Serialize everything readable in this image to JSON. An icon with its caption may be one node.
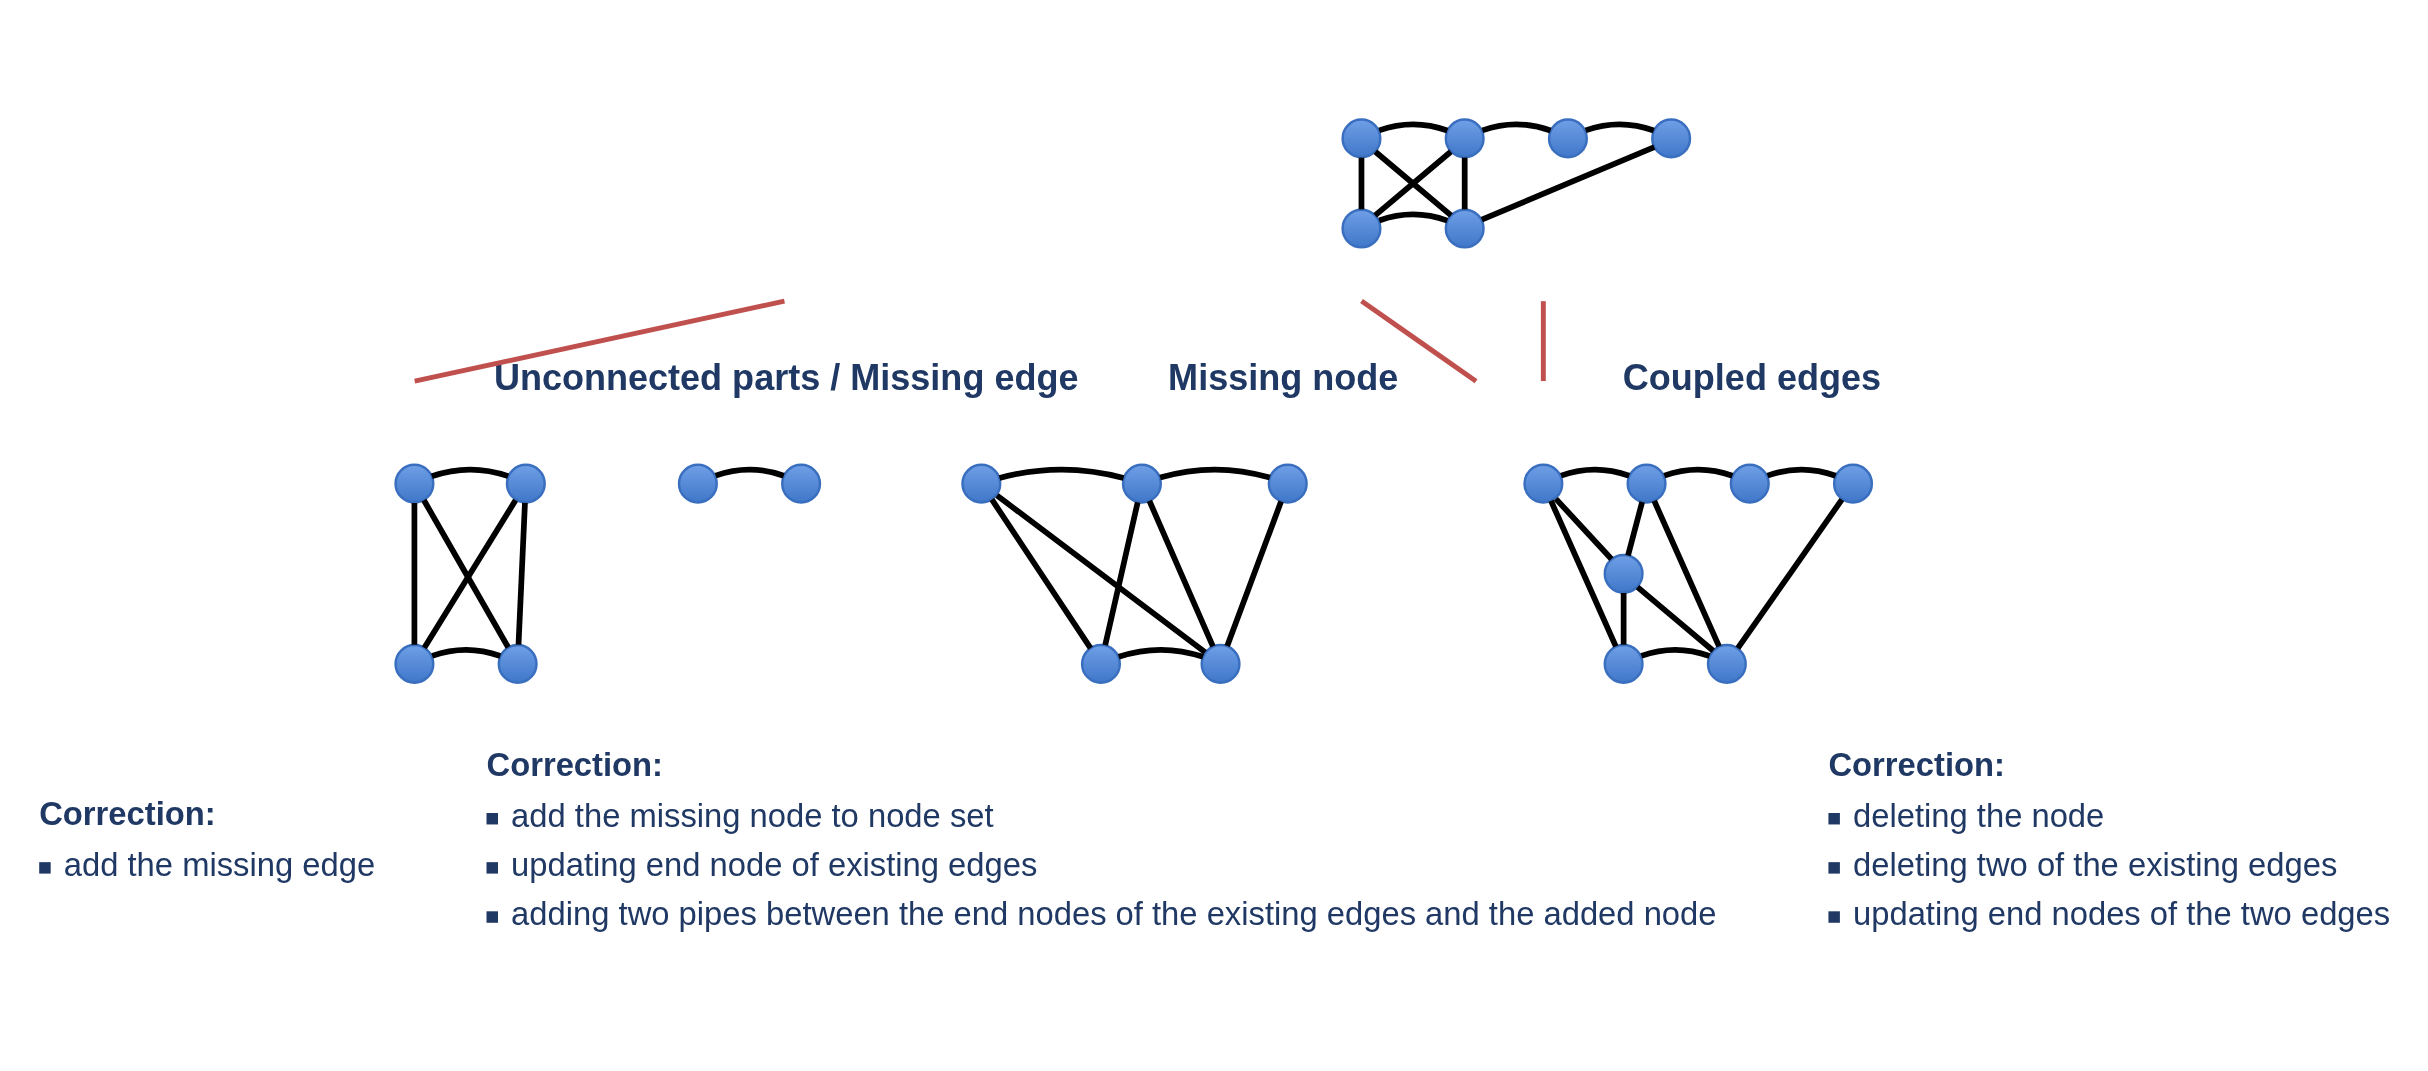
{
  "diagram": {
    "nodes": [
      {
        "text": [],
        "shape": "circle"
      },
      {
        "text": [],
        "shape": "circle"
      },
      {
        "text": [],
        "shape": "circle"
      },
      {
        "text": [],
        "shape": "circle"
      },
      {
        "text": [],
        "shape": "circle"
      },
      {
        "text": [],
        "shape": "circle"
      },
      {
        "text": [],
        "shape": "circle"
      },
      {
        "text": [],
        "shape": "circle"
      },
      {
        "text": [],
        "shape": "circle"
      },
      {
        "text": [],
        "shape": "circle"
      },
      {
        "text": [],
        "shape": "circle"
      },
      {
        "text": [],
        "shape": "circle"
      },
      {
        "text": [],
        "shape": "circle"
      },
      {
        "text": [],
        "shape": "circle"
      },
      {
        "text": [],
        "shape": "circle"
      },
      {
        "text": [],
        "shape": "circle"
      },
      {
        "text": [],
        "shape": "circle"
      },
      {
        "text": [],
        "shape": "circle"
      },
      {
        "text": [],
        "shape": "circle"
      },
      {
        "text": [],
        "shape": "circle"
      },
      {
        "text": [],
        "shape": "circle"
      },
      {
        "text": [],
        "shape": "circle"
      },
      {
        "text": [],
        "shape": "circle"
      },
      {
        "text": [],
        "shape": "circle"
      }
    ],
    "edges": [
      {
        "from": 0,
        "to": 1,
        "arrow": "none"
      },
      {
        "from": 1,
        "to": 2,
        "arrow": "none"
      },
      {
        "from": 2,
        "to": 3,
        "arrow": "none"
      },
      {
        "from": 0,
        "to": 4,
        "arrow": "none"
      },
      {
        "from": 0,
        "to": 5,
        "arrow": "none"
      },
      {
        "from": 1,
        "to": 4,
        "arrow": "none"
      },
      {
        "from": 1,
        "to": 5,
        "arrow": "none"
      },
      {
        "from": 4,
        "to": 5,
        "arrow": "none"
      },
      {
        "from": 3,
        "to": 5,
        "arrow": "none"
      },
      {
        "from": 6,
        "to": 7,
        "arrow": "none"
      },
      {
        "from": 6,
        "to": 10,
        "arrow": "none"
      },
      {
        "from": 6,
        "to": 11,
        "arrow": "none"
      },
      {
        "from": 7,
        "to": 10,
        "arrow": "none"
      },
      {
        "from": 7,
        "to": 11,
        "arrow": "none"
      },
      {
        "from": 10,
        "to": 11,
        "arrow": "none"
      },
      {
        "from": 8,
        "to": 9,
        "arrow": "none"
      },
      {
        "from": 12,
        "to": 13,
        "arrow": "none"
      },
      {
        "from": 13,
        "to": 14,
        "arrow": "none"
      },
      {
        "from": 12,
        "to": 15,
        "arrow": "none"
      },
      {
        "from": 12,
        "to": 16,
        "arrow": "none"
      },
      {
        "from": 13,
        "to": 15,
        "arrow": "none"
      },
      {
        "from": 13,
        "to": 16,
        "arrow": "none"
      },
      {
        "from": 15,
        "to": 16,
        "arrow": "none"
      },
      {
        "from": 14,
        "to": 16,
        "arrow": "none"
      },
      {
        "from": 17,
        "to": 18,
        "arrow": "none"
      },
      {
        "from": 18,
        "to": 19,
        "arrow": "none"
      },
      {
        "from": 19,
        "to": 20,
        "arrow": "none"
      },
      {
        "from": 17,
        "to": 22,
        "arrow": "none"
      },
      {
        "from": 17,
        "to": 21,
        "arrow": "none"
      },
      {
        "from": 21,
        "to": 23,
        "arrow": "none"
      },
      {
        "from": 18,
        "to": 21,
        "arrow": "none"
      },
      {
        "from": 21,
        "to": 22,
        "arrow": "none"
      },
      {
        "from": 18,
        "to": 23,
        "arrow": "none"
      },
      {
        "from": 22,
        "to": 23,
        "arrow": "none"
      },
      {
        "from": 20,
        "to": 23,
        "arrow": "none"
      }
    ],
    "labels": [
      "Unconnected parts / Missing edge",
      "Missing node",
      "Coupled edges",
      "Correction:",
      "add the missing edge",
      "Correction:",
      "add the missing node to node set",
      "updating end node of existing edges",
      "adding two pipes between the end nodes of the existing edges and the added node",
      "Correction:",
      "deleting the node",
      "deleting two of the existing edges",
      "updating end nodes of the two edges"
    ]
  }
}
